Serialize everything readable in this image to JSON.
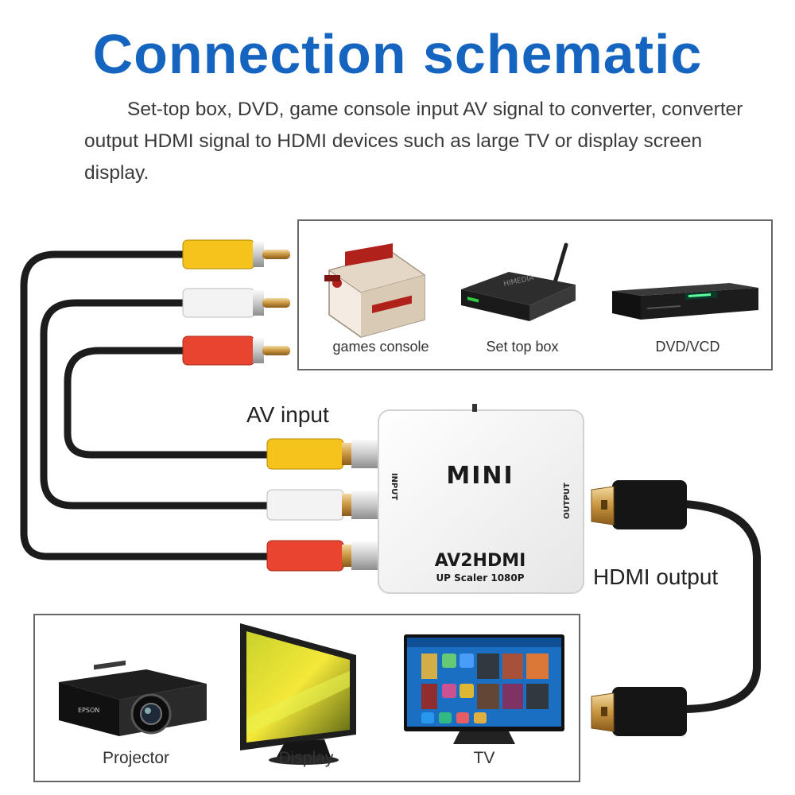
{
  "title": "Connection schematic",
  "description": "Set-top box, DVD, game console input AV signal to converter, converter output HDMI signal to HDMI devices such as large TV or display screen display.",
  "sources": [
    {
      "label": "games console",
      "icon": "game-console-icon"
    },
    {
      "label": "Set top box",
      "icon": "set-top-box-icon"
    },
    {
      "label": "DVD/VCD",
      "icon": "dvd-player-icon"
    }
  ],
  "outputs": [
    {
      "label": "Projector",
      "icon": "projector-icon"
    },
    {
      "label": "Display",
      "icon": "monitor-icon"
    },
    {
      "label": "TV",
      "icon": "tv-icon"
    }
  ],
  "labels": {
    "av_input": "AV input",
    "hdmi_output": "HDMI output"
  },
  "converter": {
    "brand": "MINI",
    "model": "AV2HDMI",
    "subtitle": "UP Scaler 1080P",
    "input_port": "INPUT",
    "output_port": "OUTPUT"
  },
  "product_text": {
    "set_top_box_brand": "HIMEDIA",
    "projector_brand": "EPSON"
  },
  "colors": {
    "title": "#1565c0",
    "rca_yellow": "#f6c21c",
    "rca_white": "#f3f3f3",
    "rca_red": "#e8442f",
    "cable": "#1c1c1c"
  }
}
